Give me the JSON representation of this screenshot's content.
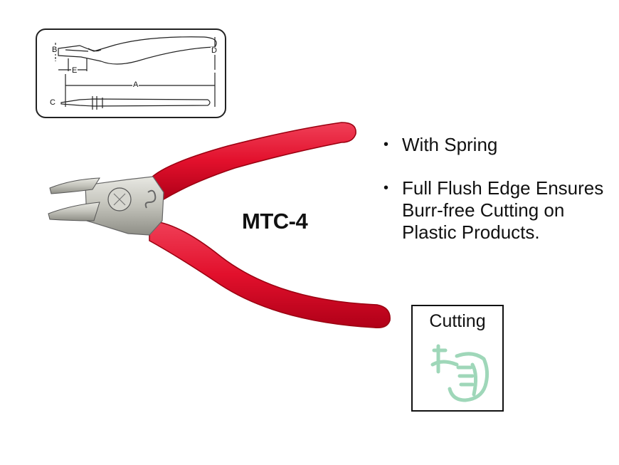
{
  "diagram": {
    "dims": [
      "A",
      "B",
      "C",
      "D",
      "E"
    ]
  },
  "product": {
    "model": "MTC-4"
  },
  "features": [
    "With Spring",
    "Full Flush Edge Ensures Burr-free Cutting on Plastic Products."
  ],
  "usage": {
    "label": "Cutting",
    "icon": "hand-gripping-pliers-icon"
  },
  "colors": {
    "handle": "#e2102c",
    "metal": "#c9c9c2",
    "icon_green": "#9fd7b9"
  }
}
